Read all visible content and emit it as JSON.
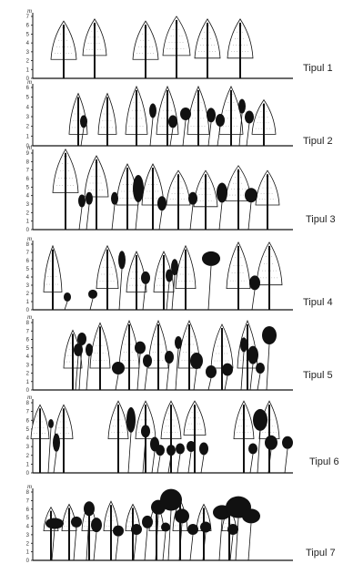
{
  "axis_unit": "m",
  "panels": [
    {
      "label": "Tipul 1",
      "ticks": [
        "0",
        "1",
        "2",
        "3",
        "4",
        "5",
        "6",
        "7"
      ]
    },
    {
      "label": "Tipul 2",
      "ticks": [
        "0",
        "1",
        "2",
        "3",
        "4",
        "5",
        "6"
      ]
    },
    {
      "label": "Tipul 3",
      "ticks": [
        "0",
        "1",
        "2",
        "3",
        "4",
        "5",
        "6",
        "7",
        "8",
        "9"
      ]
    },
    {
      "label": "Tipul 4",
      "ticks": [
        "0",
        "1",
        "2",
        "3",
        "4",
        "5",
        "6",
        "7",
        "8"
      ]
    },
    {
      "label": "Tipul 5",
      "ticks": [
        "0",
        "1",
        "2",
        "3",
        "4",
        "5",
        "6",
        "7",
        "8"
      ]
    },
    {
      "label": "Tipul 6",
      "ticks": [
        "0",
        "1",
        "2",
        "3",
        "4",
        "5",
        "6",
        "7",
        "8"
      ]
    },
    {
      "label": "Tipul 7",
      "ticks": [
        "0",
        "1",
        "2",
        "3",
        "4",
        "5",
        "6",
        "7",
        "8"
      ]
    }
  ],
  "colors": {
    "ink": "#111111",
    "crown_fill": "#ffffff",
    "understory": "#111111"
  }
}
